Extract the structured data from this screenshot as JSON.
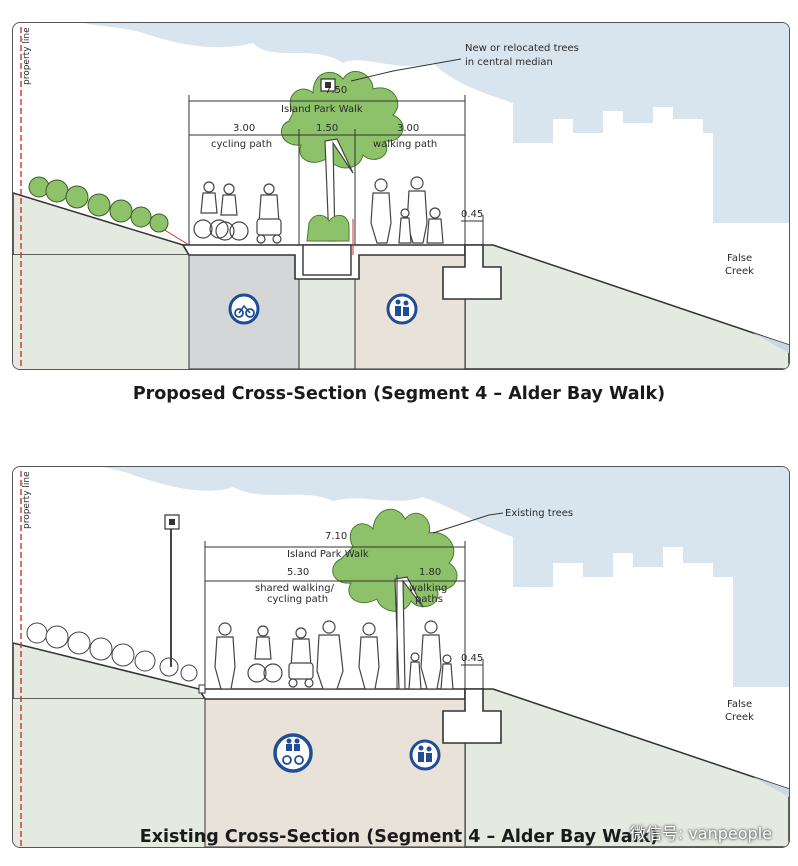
{
  "top": {
    "caption": "Proposed Cross-Section (Segment 4 – Alder Bay Walk)",
    "property_line": "property line",
    "annotation": [
      "New or relocated trees",
      "in central median"
    ],
    "total_width": "7.50",
    "total_label": "Island Park Walk",
    "left_width": "3.00",
    "left_label": "cycling path",
    "median_width": "1.50",
    "right_width": "3.00",
    "right_label": "walking path",
    "edge_width": "0.45",
    "water_label": [
      "False",
      "Creek"
    ]
  },
  "bottom": {
    "caption": "Existing Cross-Section (Segment 4 – Alder Bay Walk)",
    "property_line": "property line",
    "annotation": "Existing trees",
    "total_width": "7.10",
    "total_label": "Island Park Walk",
    "shared_width": "5.30",
    "shared_label": [
      "shared walking/",
      "cycling path"
    ],
    "walk_width": "1.80",
    "walk_label": [
      "walking",
      "paths"
    ],
    "edge_width": "0.45",
    "water_label": [
      "False",
      "Creek"
    ]
  },
  "watermark": "微信号: vanpeople",
  "colors": {
    "sky": "#d8e4ee",
    "ground": "#e4eadf",
    "cycle_zone": "#d4d6d8",
    "walk_zone": "#e8e2d8",
    "tree": "#8ec26a",
    "icon_blue": "#1f4e96"
  }
}
